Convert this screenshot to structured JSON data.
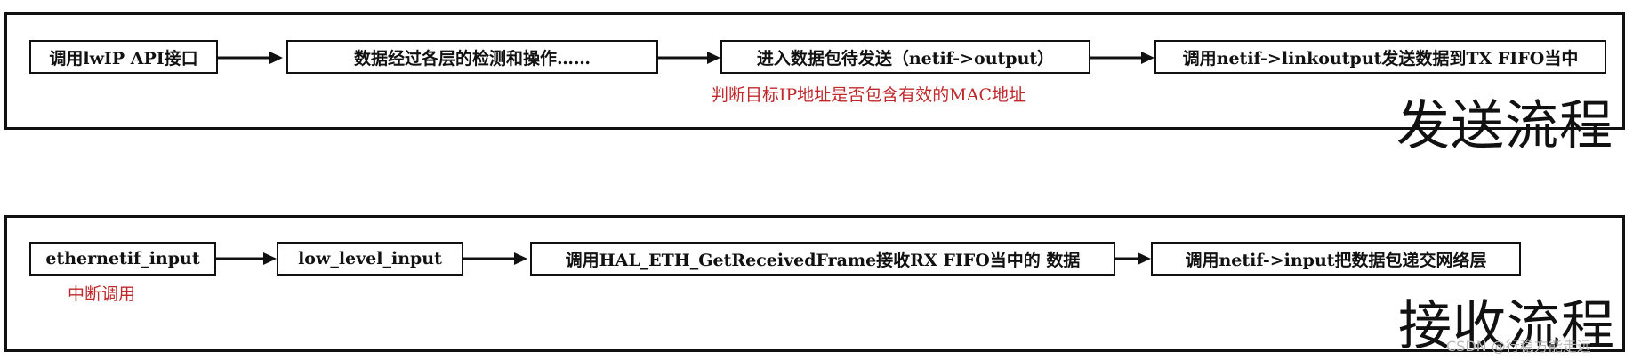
{
  "send": {
    "title": "发送流程",
    "steps": [
      "调用lwIP API接口",
      "数据经过各层的检测和操作……",
      "进入数据包待发送（netif->output）",
      "调用netif->linkoutput发送数据到TX FIFO当中"
    ],
    "note": "判断目标IP地址是否包含有效的MAC地址"
  },
  "receive": {
    "title": "接收流程",
    "steps": [
      "ethernetif_input",
      "low_level_input",
      "调用HAL_ETH_GetReceivedFrame接收RX FIFO当中的 数据",
      "调用netif->input把数据包递交网络层"
    ],
    "note": "中断调用"
  },
  "watermark": "CSDN @行稳方能走远",
  "colors": {
    "note": "#c0282b",
    "border": "#111111"
  }
}
